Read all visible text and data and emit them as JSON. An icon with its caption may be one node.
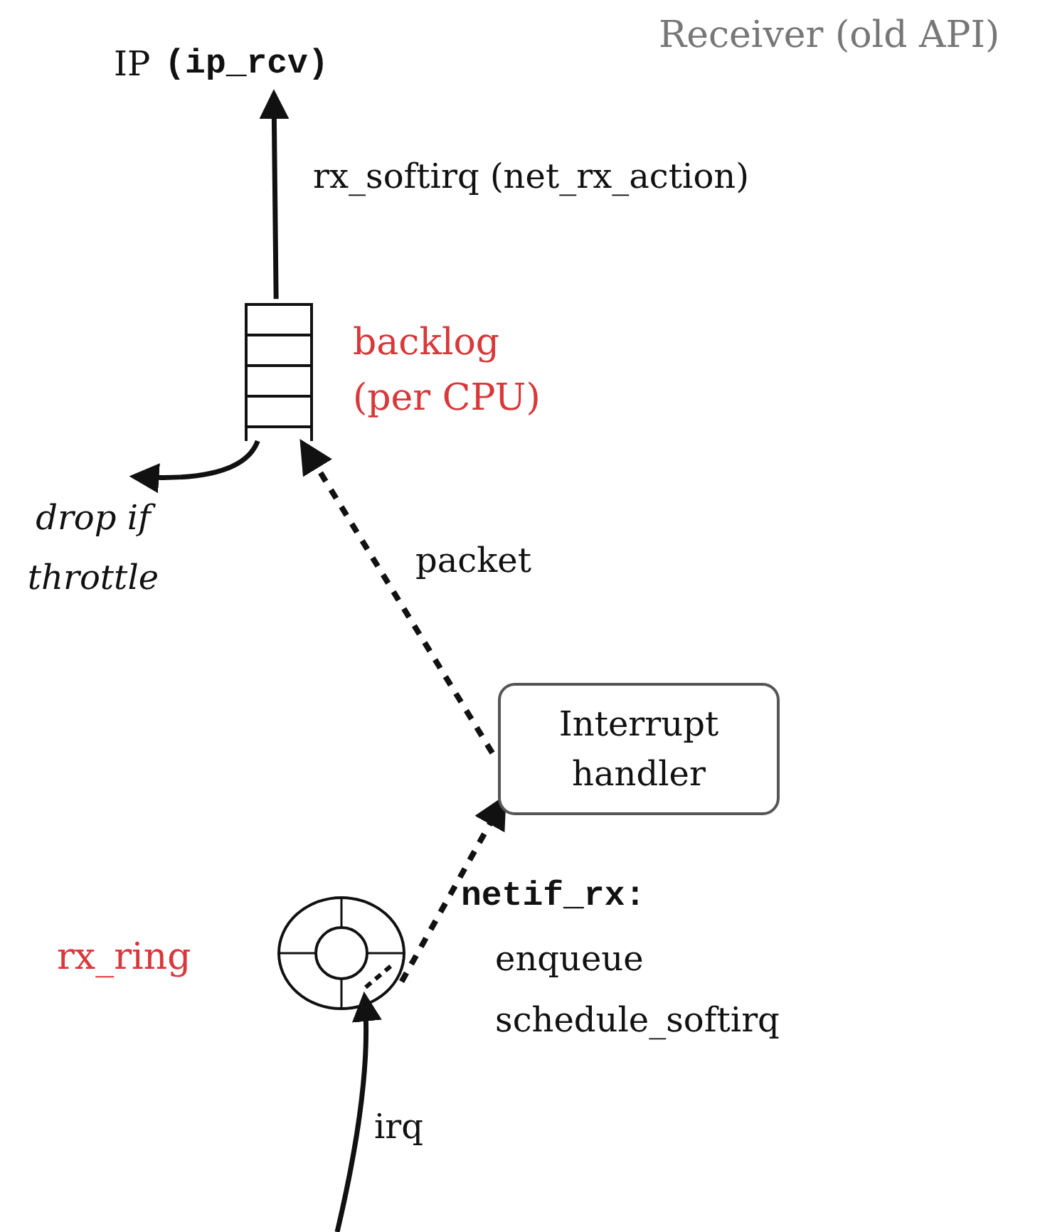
{
  "diagram": {
    "title": "Receiver (old API)",
    "nodes": [
      {
        "text": [
          "IP",
          "(ip_rcv)"
        ]
      },
      {
        "text": [],
        "shape": "box",
        "beside": [
          "backlog (per CPU)"
        ]
      },
      {
        "text": [
          "Interrupt handler"
        ]
      },
      {
        "text": [],
        "shape": "circle",
        "beside": [
          "rx_ring"
        ]
      },
      {
        "text": [
          "drop if throttle"
        ]
      }
    ],
    "edges": [
      {
        "from": 1,
        "to": 0,
        "arrow": "to",
        "label": "rx_softirq (net_rx_action)"
      },
      {
        "from": 1,
        "to": 4,
        "arrow": "to"
      },
      {
        "from": 2,
        "to": 1,
        "arrow": "to",
        "label": "packet",
        "style": "dashed"
      },
      {
        "from": 3,
        "to": 2,
        "arrow": "to",
        "style": "dashed"
      },
      {
        "from": null,
        "to": 3,
        "arrow": "to",
        "label": "irq"
      }
    ],
    "labels": [
      "netif_rx:",
      "enqueue",
      "schedule_softirq"
    ]
  }
}
